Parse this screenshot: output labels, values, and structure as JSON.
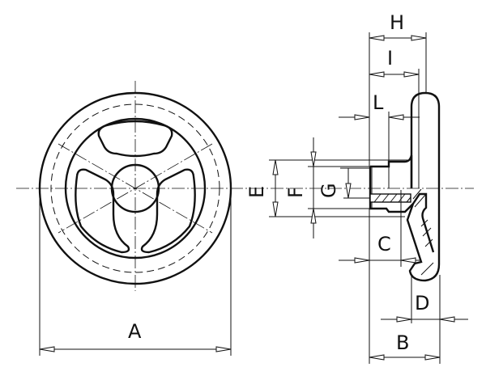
{
  "drawing": {
    "labels": {
      "A": "A",
      "B": "B",
      "C": "C",
      "D": "D",
      "E": "E",
      "F": "F",
      "G": "G",
      "H": "H",
      "I": "I",
      "L": "L"
    }
  }
}
